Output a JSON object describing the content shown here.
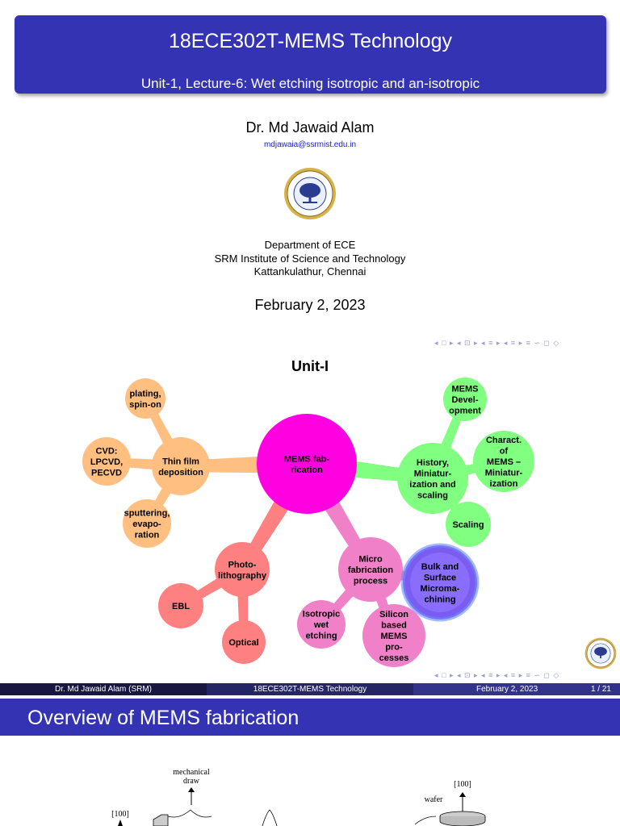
{
  "slide1": {
    "title": "18ECE302T-MEMS Technology",
    "subtitle": "Unit-1, Lecture-6: Wet etching isotropic and an-isotropic",
    "author": "Dr. Md Jawaid Alam",
    "email": "mdjawaia@ssrmist.edu.in",
    "department": "Department of ECE",
    "institute": "SRM Institute of Science and Technology",
    "location": "Kattankulathur, Chennai",
    "date": "February 2, 2023",
    "nav_symbols": "◂ □ ▸ ◂ ⊡ ▸ ◂ ≡ ▸ ◂ ≡ ▸   ≡   ∽ ◻ ◇"
  },
  "mindmap": {
    "title": "Unit-I",
    "center": {
      "lines": [
        "MEMS fab-",
        "rication"
      ],
      "color": "#ff00e0"
    },
    "branches": [
      {
        "name": "thin-film",
        "lines": [
          "Thin film",
          "deposition"
        ],
        "color": "#ffbf80",
        "children": [
          {
            "lines": [
              "plating,",
              "spin-on"
            ]
          },
          {
            "lines": [
              "CVD:",
              "LPCVD,",
              "PECVD"
            ]
          },
          {
            "lines": [
              "sputtering,",
              "evapo-",
              "ration"
            ]
          }
        ]
      },
      {
        "name": "history",
        "lines": [
          "History,",
          "Miniatur-",
          "ization and",
          "scaling"
        ],
        "color": "#80ff80",
        "children": [
          {
            "lines": [
              "MEMS",
              "Devel-",
              "opment"
            ]
          },
          {
            "lines": [
              "Charact.",
              "of",
              "MEMS –",
              "Miniatur-",
              "ization"
            ]
          },
          {
            "lines": [
              "Scaling"
            ]
          }
        ]
      },
      {
        "name": "photolithography",
        "lines": [
          "Photo-",
          "lithography"
        ],
        "color": "#ff8080",
        "children": [
          {
            "lines": [
              "EBL"
            ]
          },
          {
            "lines": [
              "Optical"
            ]
          }
        ]
      },
      {
        "name": "microfab",
        "lines": [
          "Micro",
          "fabrication",
          "process"
        ],
        "color": "#f080c8",
        "children": [
          {
            "lines": [
              "Bulk and",
              "Surface",
              "Microma-",
              "chining"
            ],
            "color": "#8060ff",
            "highlight": true
          },
          {
            "lines": [
              "Isotropic",
              "wet",
              "etching"
            ]
          },
          {
            "lines": [
              "Silicon",
              "based",
              "MEMS",
              "pro-",
              "cesses"
            ]
          }
        ]
      }
    ]
  },
  "footer": {
    "author": "Dr. Md Jawaid Alam  (SRM)",
    "course": "18ECE302T-MEMS Technology",
    "date": "February 2, 2023",
    "page": "1 / 21"
  },
  "slide2": {
    "title": "Overview of MEMS fabrication",
    "figure_labels": {
      "mechanical": "mechanical",
      "draw": "draw",
      "dir_left": "[100]",
      "dir_right": "[100]",
      "wafer": "wafer"
    }
  },
  "colors": {
    "accent": "#3333b3",
    "link": "#1a1ad6"
  }
}
